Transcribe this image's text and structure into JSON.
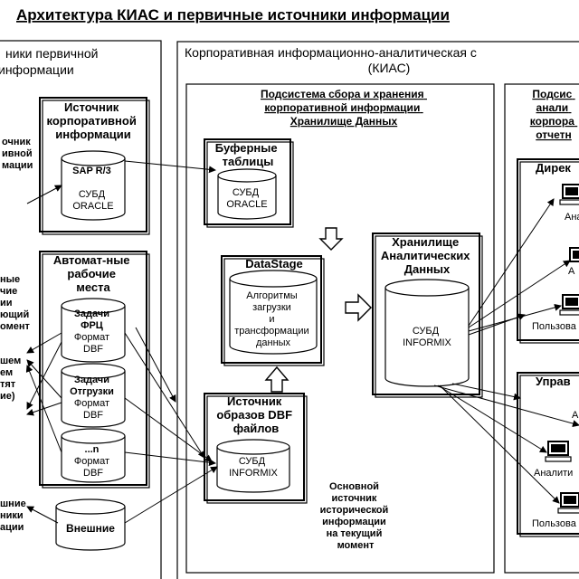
{
  "title": "Архитектура КИАС и первичные источники информации",
  "left_panel": {
    "title": [
      "ники первичной",
      "информации"
    ],
    "source_box": {
      "title": [
        "Источник",
        "корпоративной",
        "информации"
      ],
      "db_lines": [
        "SAP R/3",
        "СУБД",
        "ORACLE"
      ]
    },
    "source_side_text": [
      "очник",
      "ивной",
      "мации"
    ],
    "workstations": {
      "title": [
        "Автомат-ные",
        "рабочие",
        "места"
      ],
      "dbs": [
        {
          "lines": [
            "Задачи",
            "ФРЦ",
            "Формат",
            "DBF"
          ]
        },
        {
          "lines": [
            "Задачи",
            "Отгрузки",
            "Формат",
            "DBF"
          ]
        },
        {
          "lines": [
            "...n",
            "Формат",
            "DBF"
          ]
        }
      ]
    },
    "side_text": [
      "ные",
      "чие",
      "ии",
      "ющий",
      "омент",
      "шем",
      "ем",
      "тят",
      "ие)"
    ],
    "external": {
      "db_label": "Внешние",
      "side_text": [
        "шние",
        "ники",
        "ации"
      ]
    }
  },
  "kias": {
    "title": [
      "Корпоративная информационно-аналитическая с",
      "(КИАС)"
    ],
    "subsystem": {
      "title": [
        "Подсистема сбора и хранения",
        "корпоративной информации",
        "Хранилище Данных"
      ],
      "buffer": {
        "title": [
          "Буферные",
          "таблицы"
        ],
        "db_lines": [
          "СУБД",
          "ORACLE"
        ]
      },
      "datastage": {
        "title": "DataStage",
        "db_lines": [
          "Алгоритмы",
          "загрузки",
          "и",
          "трансформации",
          "данных"
        ]
      },
      "dbf_source": {
        "title": [
          "Источник",
          "образов DBF",
          "файлов"
        ],
        "db_lines": [
          "СУБД",
          "INFORMIX"
        ]
      },
      "note": [
        "Основной",
        "источник",
        "исторической",
        "информации",
        "на текущий",
        "момент"
      ],
      "warehouse": {
        "title": [
          "Хранилище",
          "Аналитических",
          "Данных"
        ],
        "db_lines": [
          "СУБД",
          "INFORMIX"
        ]
      }
    },
    "reporting": {
      "title": [
        "Подсис",
        "анали",
        "корпора",
        "отчетн"
      ],
      "directorate": {
        "title": "Дирек",
        "pcs": [
          {
            "label": "Анали"
          },
          {
            "label": "А"
          },
          {
            "label": "Пользова"
          }
        ]
      },
      "management": {
        "title": "Управ",
        "pcs": [
          {
            "label": "А"
          },
          {
            "label": "Аналити"
          },
          {
            "label": "Пользова"
          }
        ]
      }
    }
  }
}
